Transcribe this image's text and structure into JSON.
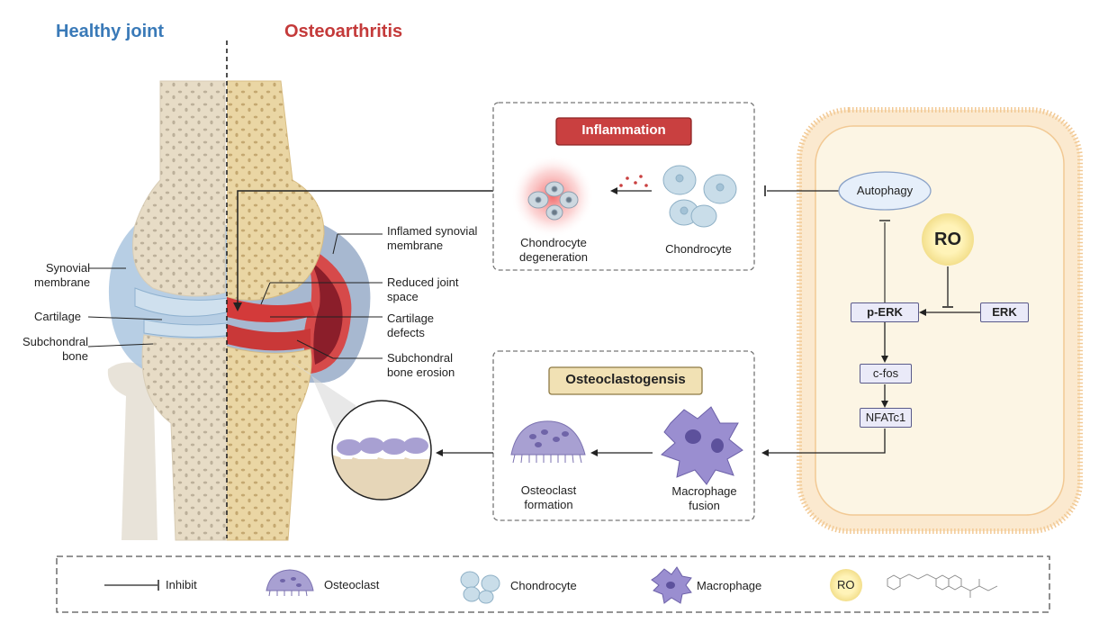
{
  "headers": {
    "healthy": "Healthy joint",
    "oa": "Osteoarthritis"
  },
  "joint_labels": {
    "synovial": "Synovial membrane",
    "cartilage": "Cartilage",
    "subchondral": "Subchondral bone",
    "inflamed": "Inflamed synovial membrane",
    "reduced": "Reduced joint space",
    "defects": "Cartilage defects",
    "erosion": "Subchondral bone erosion"
  },
  "inflammation": {
    "title": "Inflammation",
    "degeneration": "Chondrocyte degeneration",
    "chondrocyte": "Chondrocyte"
  },
  "osteoclastogenesis": {
    "title": "Osteoclastogensis",
    "osteoclast": "Osteoclast formation",
    "macrophage": "Macrophage fusion"
  },
  "pathway": {
    "autophagy": "Autophagy",
    "ro": "RO",
    "p_erk": "p-ERK",
    "erk": "ERK",
    "c_fos": "c-fos",
    "nfatc1": "NFATc1"
  },
  "legend": {
    "inhibit": "Inhibit",
    "osteoclast": "Osteoclast",
    "chondrocyte": "Chondrocyte",
    "macrophage": "Macrophage",
    "ro": "RO"
  },
  "colors": {
    "healthy_header": "#3a7ab8",
    "oa_header": "#c43a3a",
    "inflammation_box": "#c94040",
    "osteoclast_box": "#f1e1b4",
    "pathway_box": "#eaeaf8",
    "cell_membrane": "#f5cf9c",
    "cytoplasm": "#fcf5e4",
    "osteoclast_cell": "#a8a0d2",
    "macrophage_cell": "#9a8ed0",
    "chondrocyte_cell": "#c9dde9"
  }
}
